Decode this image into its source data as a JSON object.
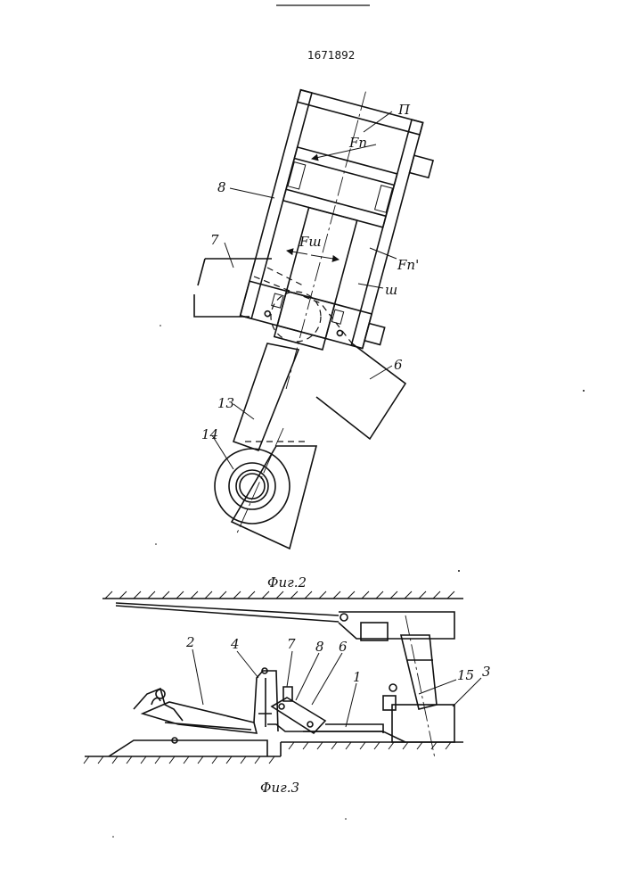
{
  "document": {
    "patent_number": "1671892"
  },
  "figure2": {
    "caption": "Фиг.2",
    "labels": {
      "n": "П",
      "fn": "Fп",
      "fn_prime": "Fп'",
      "fsh": "Fш",
      "sh": "ш",
      "part8": "8",
      "part7": "7",
      "part6": "6",
      "part13": "13",
      "part14": "14"
    }
  },
  "figure3": {
    "caption": "Фиг.3",
    "labels": {
      "part2": "2",
      "part4": "4",
      "part7": "7",
      "part8": "8",
      "part6": "6",
      "part1": "1",
      "part15": "15",
      "part3": "3"
    }
  },
  "colors": {
    "ink": "#111111",
    "paper": "#ffffff"
  }
}
